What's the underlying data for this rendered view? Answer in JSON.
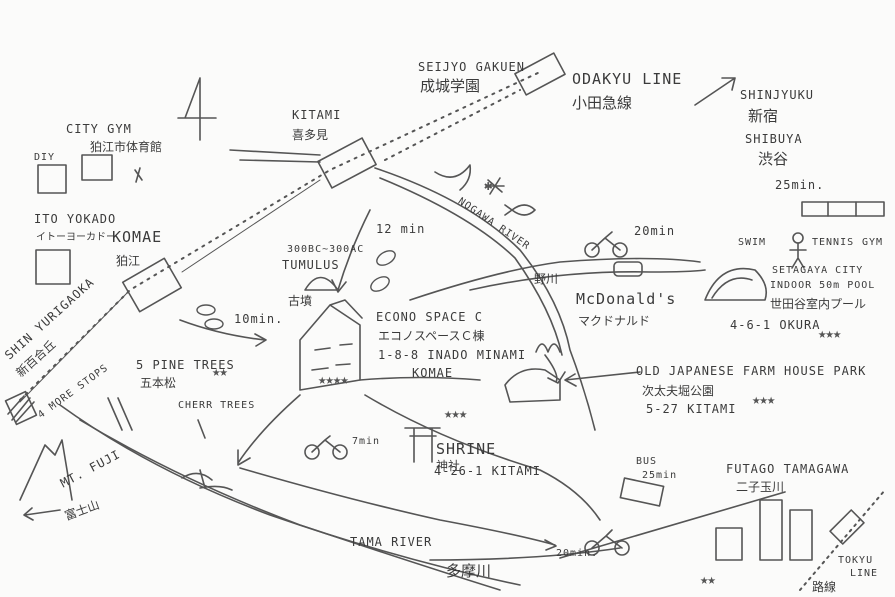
{
  "map": {
    "places": {
      "seijo": {
        "en": "SEIJYO GAKUEN",
        "jp": "成城学園"
      },
      "odakyu": {
        "en": "ODAKYU LINE",
        "jp": "小田急線"
      },
      "shinjuku": {
        "en": "SHINJYUKU",
        "jp": "新宿"
      },
      "shibuya": {
        "en": "SHIBUYA",
        "jp": "渋谷"
      },
      "shinjuku_time": "25min.",
      "kitami": {
        "en": "KITAMI",
        "jp": "喜多見"
      },
      "city_gym": {
        "en": "CITY GYM",
        "jp": "狛江市体育館"
      },
      "diy": "DIY",
      "ito_yokado": {
        "en": "ITO YOKADO",
        "jp": "イトーヨーカドー"
      },
      "komae": {
        "en": "KOMAE",
        "jp": "狛江"
      },
      "shin_yurigaoka": {
        "en": "SHIN YURIGAOKA",
        "jp": "新百合丘"
      },
      "more_stops": "4 MORE STOPS",
      "tumulus": {
        "date": "300BC~300AC",
        "en": "TUMULUS",
        "jp": "古墳"
      },
      "econo": {
        "en": "ECONO SPACE C",
        "jp": "エコノスペースＣ棟",
        "addr1": "1-8-8 INADO MINAMI",
        "addr2": "KOMAE"
      },
      "walk_12": "12 min",
      "walk_10": "10min.",
      "nogawa": {
        "en": "NOGAWA RIVER",
        "jp": "野川"
      },
      "bike_20": "20min",
      "mcdonalds": {
        "en": "McDonald's",
        "jp": "マクドナルド"
      },
      "swim": "SWIM",
      "tennis": "TENNIS",
      "gym": "GYM",
      "pool": {
        "en1": "SETAGAYA CITY",
        "en2": "INDOOR 50m POOL",
        "jp": "世田谷室内プール",
        "addr": "4-6-1 OKURA"
      },
      "five_pines": {
        "en": "5 PINE TREES",
        "jp": "五本松"
      },
      "cherry": "CHERR TREES",
      "farm": {
        "en": "OLD JAPANESE FARM HOUSE PARK",
        "jp": "次太夫堀公園",
        "addr": "5-27 KITAMI"
      },
      "shrine": {
        "en": "SHRINE",
        "jp": "神社",
        "addr": "4-26-1 KITAMI"
      },
      "bike_7": "7min",
      "bus": {
        "label": "BUS",
        "time": "25min"
      },
      "futago": {
        "en": "FUTAGO TAMAGAWA",
        "jp": "二子玉川"
      },
      "fuji": {
        "en": "MT. FUJI",
        "jp": "富士山"
      },
      "tama": {
        "en": "TAMA RIVER",
        "jp": "多摩川"
      },
      "bike_20b": "20min.",
      "tokyu": {
        "en1": "TOKYU",
        "en2": "LINE",
        "jp": "路線"
      }
    }
  }
}
